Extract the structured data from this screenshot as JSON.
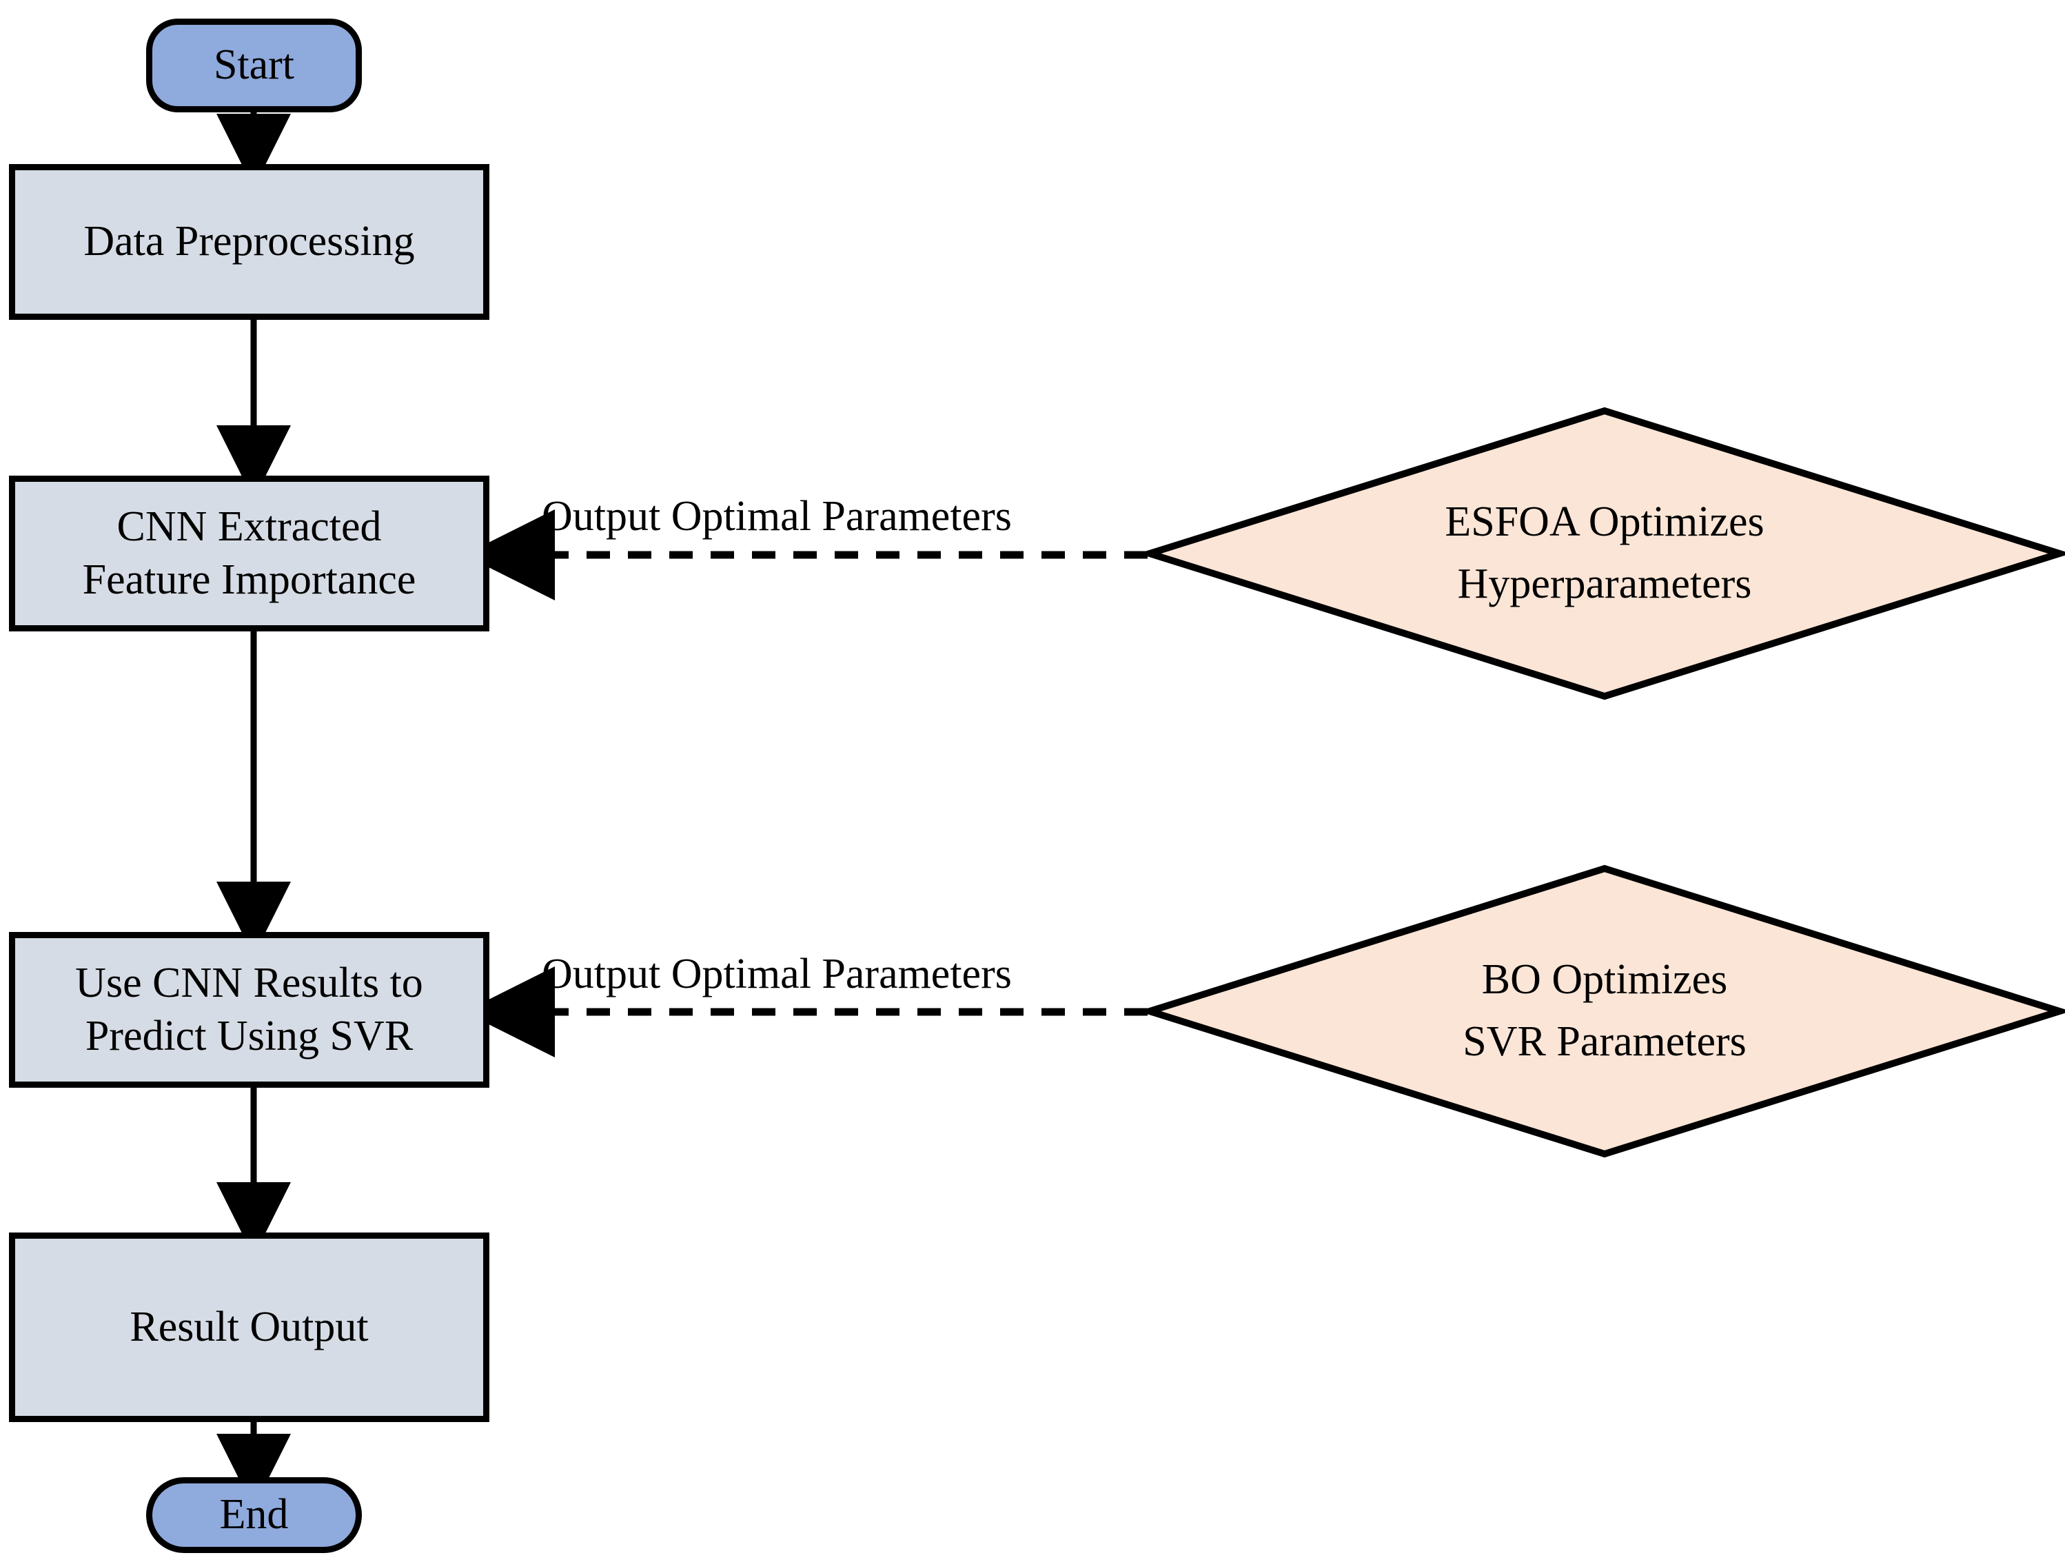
{
  "diagram": {
    "title": "CNN-SVR hybrid prediction workflow flowchart",
    "colors": {
      "terminator_fill": "#8FAADC",
      "process_fill": "#D6DCE5",
      "decision_fill": "#FBE5D6",
      "stroke": "#000000",
      "background": "#FFFFFF",
      "text": "#000000"
    }
  },
  "nodes": {
    "start": {
      "label": "Start",
      "shape": "terminator"
    },
    "preprocess": {
      "label": "Data Preprocessing",
      "shape": "process"
    },
    "cnn": {
      "label_line1": "CNN Extracted",
      "label_line2": "Feature Importance",
      "shape": "process"
    },
    "svr": {
      "label_line1": "Use CNN Results to",
      "label_line2": "Predict Using SVR",
      "shape": "process"
    },
    "result": {
      "label": "Result Output",
      "shape": "process"
    },
    "end": {
      "label": "End",
      "shape": "terminator"
    },
    "esfoa": {
      "label_line1": "ESFOA Optimizes",
      "label_line2": "Hyperparameters",
      "shape": "decision"
    },
    "bo": {
      "label_line1": "BO Optimizes",
      "label_line2": "SVR Parameters",
      "shape": "decision"
    }
  },
  "edges": {
    "start_to_preprocess": {
      "label": "",
      "style": "solid-arrow"
    },
    "preprocess_to_cnn": {
      "label": "",
      "style": "solid-arrow"
    },
    "cnn_to_svr": {
      "label": "",
      "style": "solid-arrow"
    },
    "svr_to_result": {
      "label": "",
      "style": "solid-arrow"
    },
    "result_to_end": {
      "label": "",
      "style": "solid-arrow"
    },
    "esfoa_to_cnn": {
      "label": "Output Optimal Parameters",
      "style": "dashed-arrow"
    },
    "bo_to_svr": {
      "label": "Output Optimal Parameters",
      "style": "dashed-arrow"
    }
  }
}
